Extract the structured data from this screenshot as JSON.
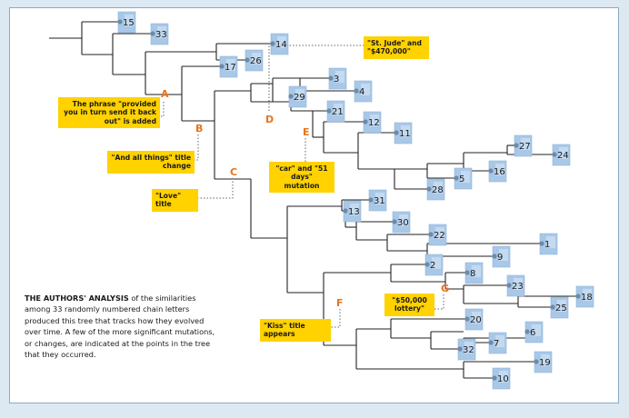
{
  "caption": {
    "lead": "THE AUTHORS' ANALYSIS",
    "body": " of the similarities among 33 randomly numbered chain letters produced this tree that tracks how they evolved over time. A few of the more significant mutations, or changes, are indicated at the points in the tree that they occurred."
  },
  "leaves": [
    "15",
    "33",
    "14",
    "26",
    "17",
    "3",
    "4",
    "29",
    "21",
    "12",
    "11",
    "27",
    "24",
    "16",
    "5",
    "28",
    "31",
    "13",
    "30",
    "22",
    "1",
    "9",
    "2",
    "8",
    "23",
    "18",
    "25",
    "20",
    "6",
    "7",
    "32",
    "19",
    "10"
  ],
  "nodes": [
    "A",
    "B",
    "C",
    "D",
    "E",
    "F",
    "G"
  ],
  "callouts": {
    "A": "The phrase \"provided you in turn send it back out\" is added",
    "B": "\"And all things\" title change",
    "C": "\"Love\" title",
    "D": "\"St. Jude\" and \"$470,000\"",
    "E": "\"car\" and \"51 days\" mutation",
    "F": "\"Kiss\" title appears",
    "G": "\"$50,000 lottery\""
  },
  "colors": {
    "callout": "#ffd200",
    "node_letter": "#e8731a",
    "leaf_box": "#a9c8e8",
    "background": "#dce9f3"
  }
}
